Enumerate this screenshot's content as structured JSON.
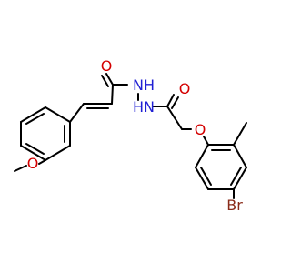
{
  "diagram": {
    "type": "chemical-structure",
    "colors": {
      "bond": "#000000",
      "oxygen": "#d40000",
      "nitrogen": "#1f1fd4",
      "bromine": "#8a2b1a",
      "background": "#ffffff"
    },
    "labels": {
      "carbonyl_o_left": "O",
      "carbonyl_o_right": "O",
      "nh_left": "NH",
      "nh_right": "HN",
      "ether_o": "O",
      "methoxy_o": "O",
      "bromine": "Br"
    }
  }
}
